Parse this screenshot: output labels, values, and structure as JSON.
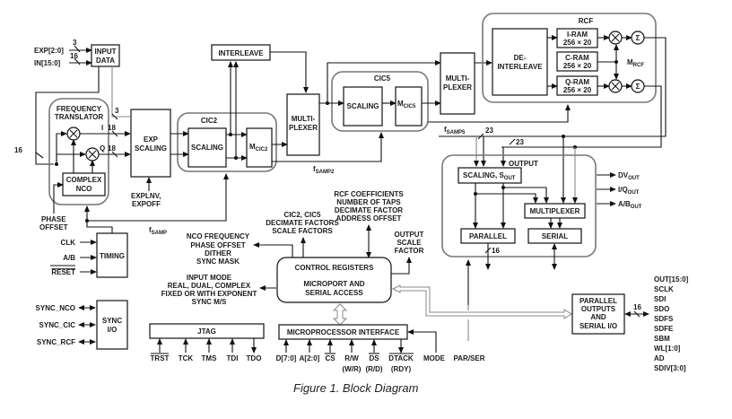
{
  "figure": {
    "caption": "Figure 1. Block Diagram"
  },
  "inputs": {
    "exp": "EXP[2:0]",
    "exp_width": "3",
    "in": "IN[15:0]",
    "in_width": "16",
    "loop_width": "16"
  },
  "blocks": {
    "input_data": [
      "INPUT",
      "DATA"
    ],
    "freq_translator": [
      "FREQUENCY",
      "TRANSLATOR"
    ],
    "complex_nco": [
      "COMPLEX",
      "NCO"
    ],
    "exp_scaling": [
      "EXP",
      "SCALING"
    ],
    "cic2": "CIC2",
    "cic2_scaling": "SCALING",
    "cic2_m": "M",
    "cic2_m_sub": "CIC2",
    "interleave": "INTERLEAVE",
    "mux1": [
      "MULTI-",
      "PLEXER"
    ],
    "cic5": "CIC5",
    "cic5_scaling": "SCALING",
    "cic5_m": "M",
    "cic5_m_sub": "CIC5",
    "mux2": [
      "MULTI-",
      "PLEXER"
    ],
    "rcf": "RCF",
    "deinterleave": [
      "DE-",
      "INTERLEAVE"
    ],
    "iram": [
      "I-RAM",
      "256 × 20"
    ],
    "cram": [
      "C-RAM",
      "256 × 20"
    ],
    "qram": [
      "Q-RAM",
      "256 × 20"
    ],
    "mrcf": "M",
    "mrcf_sub": "RCF",
    "output": "OUTPUT",
    "scaling_sout": "SCALING, S",
    "scaling_sout_sub": "OUT",
    "out_mux": "MULTIPLEXER",
    "parallel": "PARALLEL",
    "serial": "SERIAL",
    "timing": "TIMING",
    "sync_io": [
      "SYNC",
      "I/O"
    ],
    "control": [
      "CONTROL REGISTERS",
      "MICROPORT AND",
      "SERIAL ACCESS"
    ],
    "jtag": "JTAG",
    "mpi": "MICROPROCESSOR INTERFACE",
    "par_out": [
      "PARALLEL",
      "OUTPUTS",
      "AND",
      "SERIAL I/O"
    ]
  },
  "labels": {
    "i_path": "I",
    "i_width": "18",
    "q_path": "Q",
    "q_width": "18",
    "exp_in_width": "3",
    "explnv": [
      "EXPLNV,",
      "EXPOFF"
    ],
    "phase_offset": [
      "PHASE",
      "OFFSET"
    ],
    "fsamp": "f",
    "fsamp_sub": "SAMP",
    "fsamp2": "f",
    "fsamp2_sub": "SAMP2",
    "fsamp5": "f",
    "fsamp5_sub": "SAMP5",
    "bus23a": "23",
    "bus23b": "23",
    "par16": "16",
    "out16": "16"
  },
  "outputs_right": [
    {
      "name": "DV",
      "sub": "OUT"
    },
    {
      "name": "I/Q",
      "sub": "OUT"
    },
    {
      "name": "A/B",
      "sub": "OUT"
    }
  ],
  "timing_inputs": [
    "CLK",
    "A/B",
    "RESET"
  ],
  "sync_pins": [
    "SYNC_NCO",
    "SYNC_CIC",
    "SYNC_RCF"
  ],
  "control_annotations": {
    "nco": [
      "NCO FREQUENCY",
      "PHASE OFFSET",
      "DITHER",
      "SYNC MASK"
    ],
    "input_mode": [
      "INPUT MODE",
      "REAL, DUAL, COMPLEX",
      "FIXED OR WITH EXPONENT",
      "SYNC M/S"
    ],
    "cic": [
      "CIC2, CIC5",
      "DECIMATE FACTORS",
      "SCALE FACTORS"
    ],
    "rcf": [
      "RCF COEFFICIENTS",
      "NUMBER OF TAPS",
      "DECIMATE FACTOR",
      "ADDRESS OFFSET"
    ],
    "out_scale": [
      "OUTPUT",
      "SCALE",
      "FACTOR"
    ]
  },
  "jtag_pins": [
    "TRST",
    "TCK",
    "TMS",
    "TDI",
    "TDO"
  ],
  "mpi_pins": [
    {
      "name": "D[7:0]",
      "alt": ""
    },
    {
      "name": "A[2:0]",
      "alt": ""
    },
    {
      "name": "CS",
      "alt": ""
    },
    {
      "name": "R/W",
      "alt": "(W/R)"
    },
    {
      "name": "DS",
      "alt": "(R/D)"
    },
    {
      "name": "DTACK",
      "alt": "(RDY)"
    }
  ],
  "mode_pins": [
    "MODE",
    "PAR/SER"
  ],
  "serial_pins": [
    "OUT[15:0]",
    "SCLK",
    "SDI",
    "SDO",
    "SDFS",
    "SDFE",
    "SBM",
    "WL[1:0]",
    "AD",
    "SDIV[3:0]"
  ]
}
